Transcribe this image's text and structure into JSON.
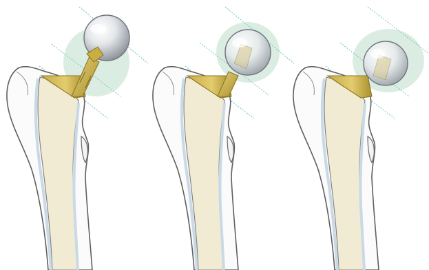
{
  "figure": {
    "panels": [
      {
        "id": "panel-1",
        "neck_exposure": "full"
      },
      {
        "id": "panel-2",
        "neck_exposure": "partial"
      },
      {
        "id": "panel-3",
        "neck_exposure": "minimal"
      }
    ],
    "colors": {
      "background": "#ffffff",
      "bone_outline": "#5f5f5f",
      "bone_cortex": "#fbfbfb",
      "medullary_canal": "#f1ebd4",
      "canal_lining_blue": "#c9d9e6",
      "stem_gold": "#d8bf5a",
      "stem_gold_shadow": "#a8902e",
      "femoral_head": "#dfe2e6",
      "head_highlight": "#ffffff",
      "head_shadow": "#9aa0a8",
      "green_halo": "#cfe7d8",
      "guide_line_teal": "#6fc3b5"
    }
  }
}
